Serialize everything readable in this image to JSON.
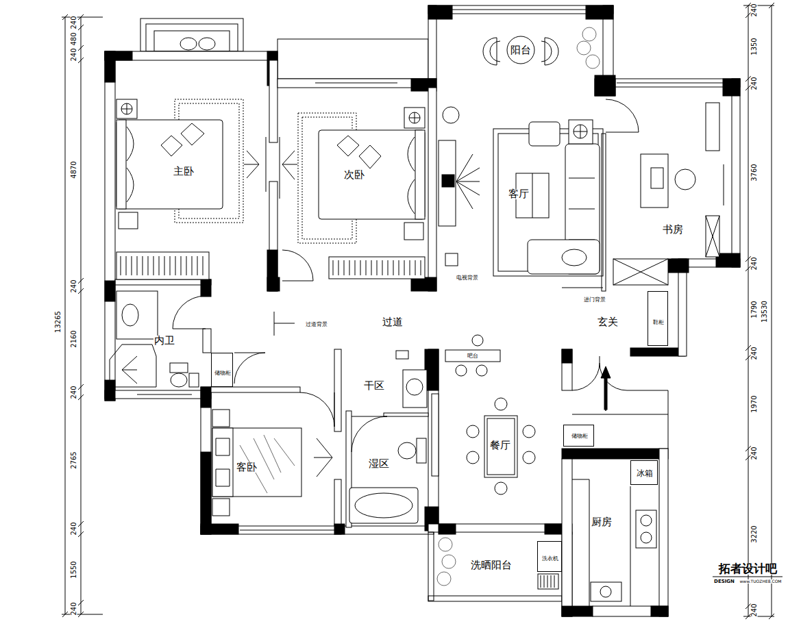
{
  "diagram": {
    "nodes": [
      {
        "text": [
          "阳台"
        ]
      },
      {
        "text": [
          "主卧"
        ]
      },
      {
        "text": [
          "次卧"
        ]
      },
      {
        "text": [
          "客厅"
        ]
      },
      {
        "text": [
          "书房"
        ]
      },
      {
        "text": [
          "过道"
        ]
      },
      {
        "text": [
          "玄关"
        ]
      },
      {
        "text": [
          "内卫"
        ]
      },
      {
        "text": [
          "鞋柜"
        ]
      },
      {
        "text": [
          "吧台"
        ]
      },
      {
        "text": [
          "储物柜"
        ]
      },
      {
        "text": [
          "干区"
        ]
      },
      {
        "text": [
          "储物柜"
        ]
      },
      {
        "text": [
          "客卧"
        ]
      },
      {
        "text": [
          "湿区"
        ]
      },
      {
        "text": [
          "餐厅"
        ]
      },
      {
        "text": [
          "厨房"
        ]
      },
      {
        "text": [
          "冰箱"
        ],
        "in": 16
      },
      {
        "text": [
          "洗晒阳台"
        ]
      },
      {
        "text": [
          "洗衣机"
        ]
      }
    ],
    "labels": [
      "电视背景",
      "过道背景",
      "进门背景",
      "240",
      "480",
      "240",
      "4870",
      "240",
      "2160",
      "240",
      "2765",
      "240",
      "1550",
      "240",
      "13265",
      "240",
      "1350",
      "240",
      "3760",
      "240",
      "1790",
      "240",
      "1970",
      "240",
      "3220",
      "240",
      "13530",
      "拓者设计吧",
      "DESIGN",
      "www.TUOZHE8.COM"
    ]
  }
}
